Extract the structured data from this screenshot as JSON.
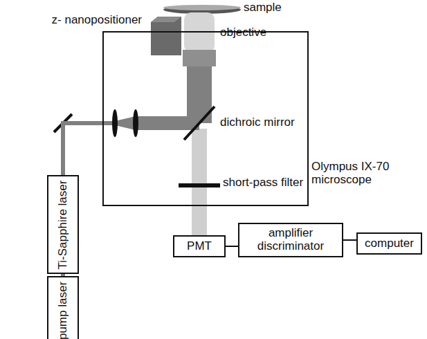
{
  "diagram": {
    "nodes": [
      {
        "text": [
          "Olympus IX-70 microscope"
        ]
      },
      {
        "text": [
          "Ti-Sapphire laser"
        ]
      },
      {
        "text": [
          "pump laser"
        ]
      },
      {
        "text": [
          "PMT"
        ]
      },
      {
        "text": [
          "amplifier discriminator"
        ]
      },
      {
        "text": [
          "computer"
        ]
      }
    ],
    "edges": [
      {
        "from": 2,
        "to": 1,
        "arrow": "none"
      },
      {
        "from": 1,
        "to": 0,
        "arrow": "none"
      },
      {
        "from": 0,
        "to": 3,
        "arrow": "none"
      },
      {
        "from": 3,
        "to": 4,
        "arrow": "none"
      },
      {
        "from": 4,
        "to": 5,
        "arrow": "none"
      }
    ],
    "labels": [
      "sample",
      "z- nanopositioner",
      "objective",
      "dichroic mirror",
      "short-pass filter"
    ]
  }
}
